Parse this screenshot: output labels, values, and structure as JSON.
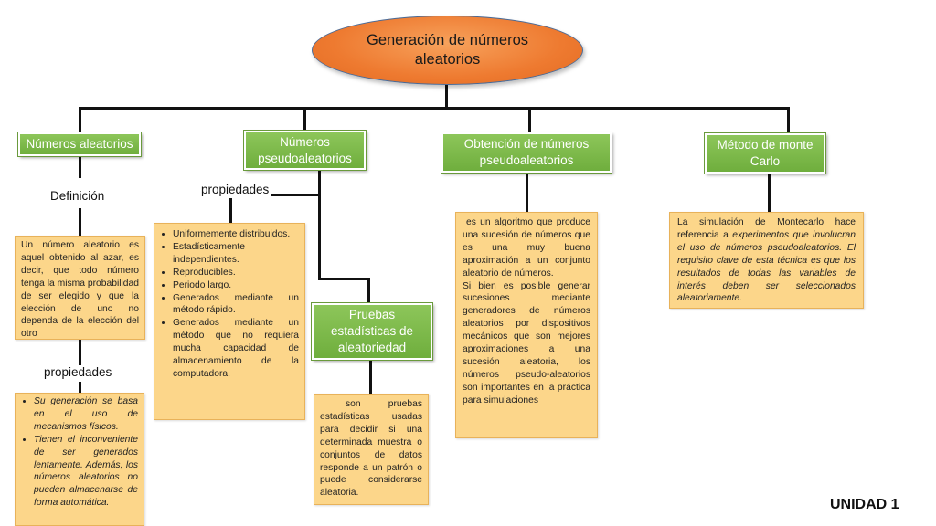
{
  "root": {
    "line1": "Generación de números",
    "line2": "aleatorios"
  },
  "branches": {
    "b1": {
      "title": "Números aleatorios",
      "label": "Definición",
      "label2": "propiedades"
    },
    "b2": {
      "title": "Números pseudoaleatorios",
      "label": "propiedades",
      "sub_title": "Pruebas estadísticas de aleatoriedad"
    },
    "b3": {
      "title": "Obtención de números pseudoaleatorios"
    },
    "b4": {
      "title": "Método de monte Carlo"
    }
  },
  "boxes": {
    "def": "Un número aleatorio es aquel obtenido al azar, es decir, que todo número tenga la misma probabilidad de ser elegido y que la elección de uno no dependa de la elección del otro",
    "props1": [
      "Su generación se basa en el uso de mecanismos físicos.",
      "Tienen el inconveniente de ser generados lentamente. Además, los números aleatorios no pueden almacenarse de forma automática."
    ],
    "props2": [
      "Uniformemente distribuidos.",
      "Estadísticamente independientes.",
      "Reproducibles.",
      "Periodo largo.",
      "Generados mediante un método rápido.",
      "Generados mediante un método que no requiera mucha capacidad de almacenamiento de la computadora."
    ],
    "pruebas": "son pruebas estadísticas usadas para decidir si una determinada muestra o conjuntos de datos responde a un patrón o puede considerarse aleatoria.",
    "obtencion": [
      "es un algoritmo que produce una sucesión de números que es una muy buena aproximación a un conjunto aleatorio de números.",
      "Si bien es posible generar sucesiones mediante generadores de números aleatorios por dispositivos mecánicos que son mejores aproximaciones a una sucesión aleatoria, los números pseudo-aleatorios son importantes en la práctica para simulaciones"
    ],
    "montecarlo": {
      "plain": "La simulación de Montecarlo hace referencia a",
      "italic": "experimentos que involucran el uso de números pseudoaleatorios. El requisito clave de esta técnica es que los resultados de todas las variables de interés deben ser seleccionados aleatoriamente."
    }
  },
  "footer": "UNIDAD 1"
}
